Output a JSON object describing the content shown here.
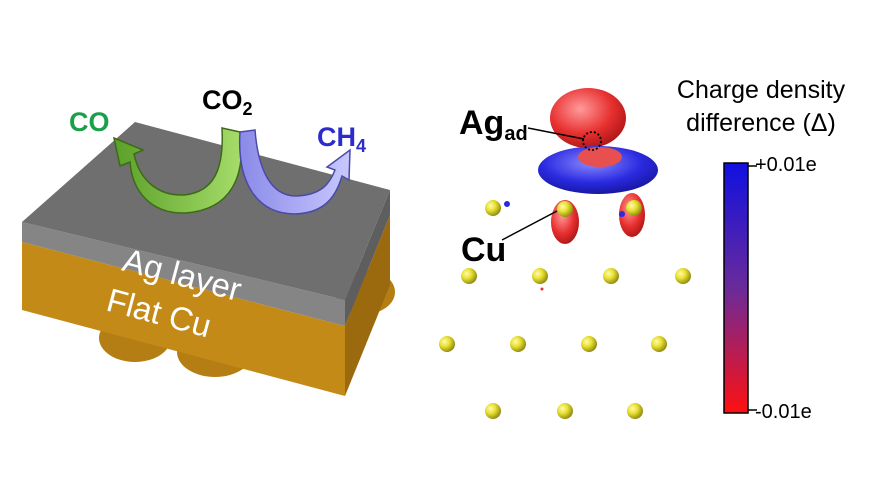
{
  "diagram": {
    "slab": {
      "top_label": "Ag layer",
      "bottom_label": "Flat Cu",
      "colors": {
        "ag_top": "#6f6f6f",
        "ag_side": "#8a8a8a",
        "cu": "#c48a18",
        "cu_dark": "#9c6a0e"
      }
    },
    "molecules": {
      "reactant": {
        "base": "CO",
        "sub": "2",
        "color": "#000000"
      },
      "product_left": {
        "text": "CO",
        "color": "#1aa04a"
      },
      "product_right": {
        "base": "CH",
        "sub": "4",
        "color": "#2c2ccc"
      }
    },
    "arrows": {
      "left_color": "#7cc23a",
      "right_color": "#a9a9f0"
    },
    "atoms": {
      "adatom": {
        "base": "Ag",
        "sub": "ad"
      },
      "substrate": {
        "text": "Cu"
      },
      "atom_color": "#e8e030"
    },
    "legend": {
      "title_line1": "Charge density",
      "title_line2": "difference (Δ)",
      "max_label": "+0.01e",
      "min_label": "-0.01e",
      "colors": {
        "top": "#1010e0",
        "mid": "#6a2a9a",
        "bottom": "#ff1010"
      }
    }
  }
}
